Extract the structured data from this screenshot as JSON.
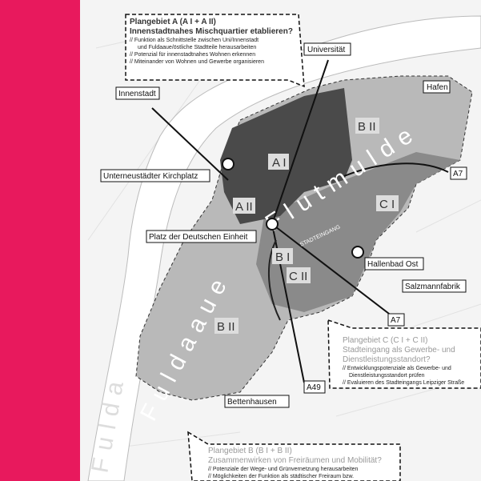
{
  "colors": {
    "accent_strip": "#e8195d",
    "zone_a": "#4a4a4a",
    "zone_b": "#b9b9b9",
    "zone_c": "#8a8a8a",
    "river": "#ffffff"
  },
  "places": {
    "universitaet": "Universität",
    "hafen": "Hafen",
    "innenstadt": "Innenstadt",
    "kirchplatz": "Unterneustädter Kirchplatz",
    "platz": "Platz der Deutschen Einheit",
    "hallenbad": "Hallenbad Ost",
    "salzmann": "Salzmannfabrik",
    "a7_top": "A7",
    "a7_bottom": "A7",
    "a49": "A49",
    "bettenhausen": "Bettenhausen",
    "stadteingang": "STADTEINGANG"
  },
  "zones": {
    "a1": "A I",
    "a2": "A II",
    "b1": "B I",
    "b2_top": "B II",
    "b2_bottom": "B II",
    "c1": "C I",
    "c2": "C II"
  },
  "map_text": {
    "flutmulde": "Flutmulde",
    "fuldaaue": "Fuldaaue",
    "fulda": "Fulda"
  },
  "notes": {
    "a": {
      "title1": "Plangebiet A (A I + A II)",
      "title2": "Innenstadtnahes Mischquartier etablieren?",
      "lines": [
        "// Funktion als Schnittstelle zwischen Uni/Innenstadt",
        "und Fuldaaue/östliche Stadtteile herausarbeiten",
        "// Potenzial für innenstadtnahes Wohnen erkennen",
        "// Miteinander von Wohnen und Gewerbe organisieren"
      ]
    },
    "c": {
      "title1": "Plangebiet C (C I + C II)",
      "title2": "Stadteingang als Gewerbe- und",
      "title3": "Dienstleistungsstandort?",
      "lines": [
        "// Entwicklungspotenziale als Gewerbe- und",
        "Dienstleistungsstandort prüfen",
        "// Evaluieren des Stadteingangs Leipziger Straße"
      ]
    },
    "b": {
      "title1": "Plangebiet B (B I + B II)",
      "title2": "Zusammenwirken von Freiräumen und Mobilität?",
      "lines": [
        "// Potenziale der Wege- und Grünvernetzung herausarbeiten",
        "// Möglichkeiten der Funktion als städtischer Freiraum bzw."
      ]
    }
  }
}
